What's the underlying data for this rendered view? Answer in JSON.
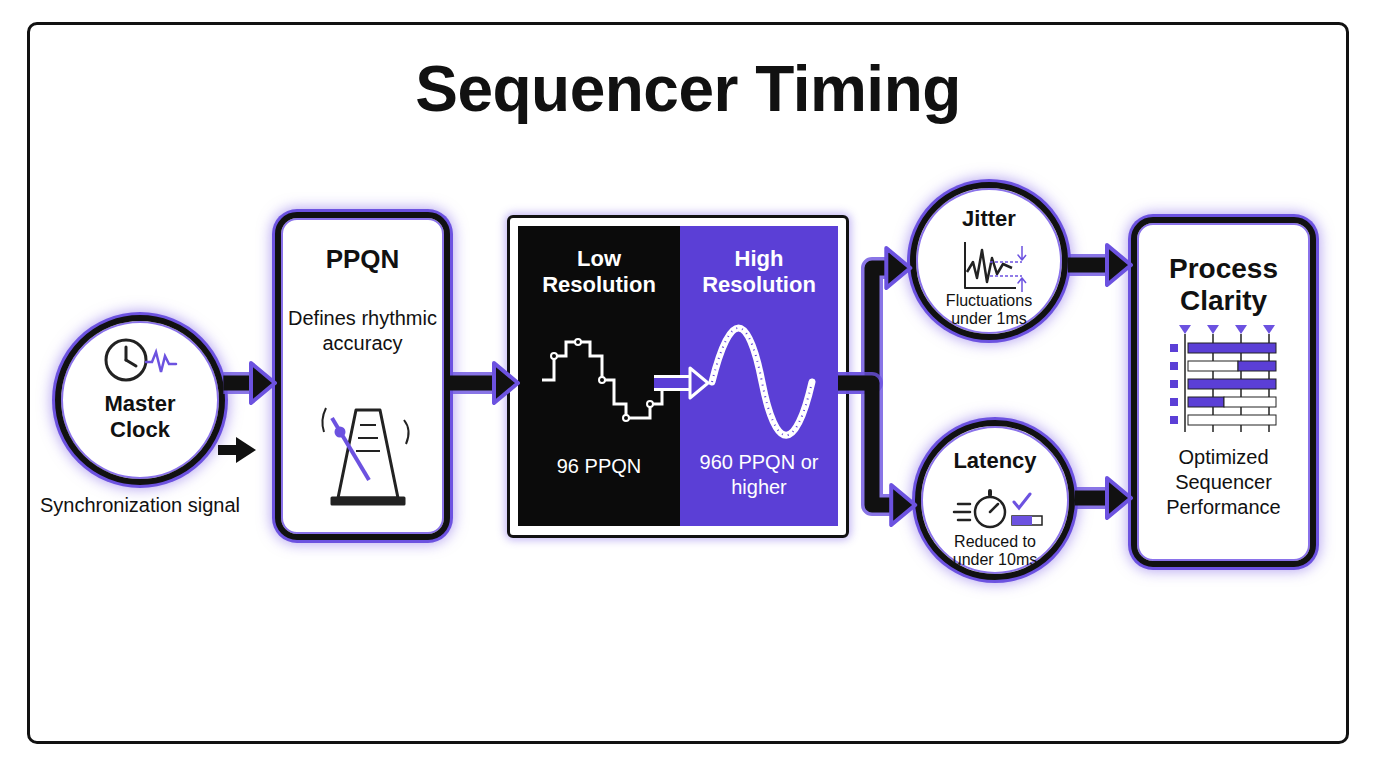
{
  "diagram": {
    "title": "Sequencer Timing",
    "nodes": [
      {
        "text": [
          "Master Clock",
          "Synchronization signal"
        ]
      },
      {
        "text": [
          "PPQN",
          "Defines rhythmic accuracy"
        ]
      },
      {
        "text": [
          "Low Resolution",
          "96 PPQN"
        ]
      },
      {
        "text": [
          "High Resolution",
          "960 PPQN or higher"
        ]
      },
      {
        "text": [
          "Jitter",
          "Fluctuations under 1ms"
        ]
      },
      {
        "text": [
          "Latency",
          "Reduced to under 10ms"
        ]
      },
      {
        "text": [
          "Process Clarity",
          "Optimized Sequencer Performance"
        ]
      }
    ],
    "edges": [
      {
        "from": 0,
        "to": 1,
        "arrow": "to"
      },
      {
        "from": 1,
        "to": 2,
        "arrow": "to"
      },
      {
        "from": 2,
        "to": 3,
        "arrow": "to"
      },
      {
        "from": 3,
        "to": 4,
        "arrow": "to"
      },
      {
        "from": 3,
        "to": 5,
        "arrow": "to"
      },
      {
        "from": 4,
        "to": 6,
        "arrow": "to"
      },
      {
        "from": 5,
        "to": 6,
        "arrow": "to"
      }
    ]
  }
}
